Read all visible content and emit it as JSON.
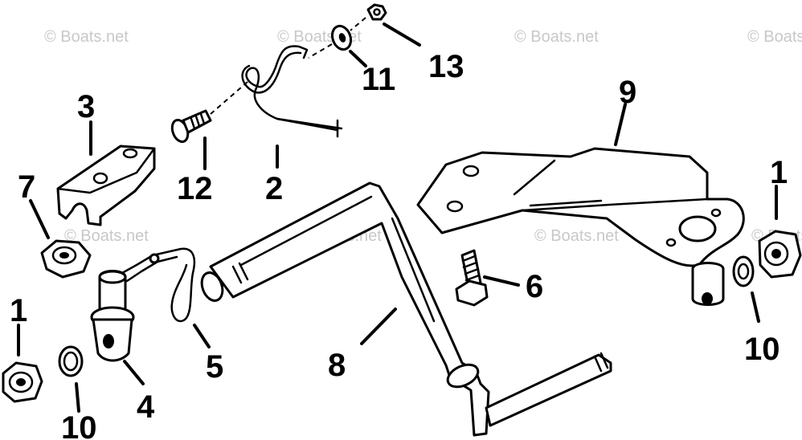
{
  "watermark": "© Boats.net",
  "callouts": {
    "c1a": "1",
    "c1b": "1",
    "c2": "2",
    "c3": "3",
    "c4": "4",
    "c5": "5",
    "c6": "6",
    "c7": "7",
    "c8": "8",
    "c9": "9",
    "c10a": "10",
    "c10b": "10",
    "c11": "11",
    "c12": "12",
    "c13": "13"
  }
}
